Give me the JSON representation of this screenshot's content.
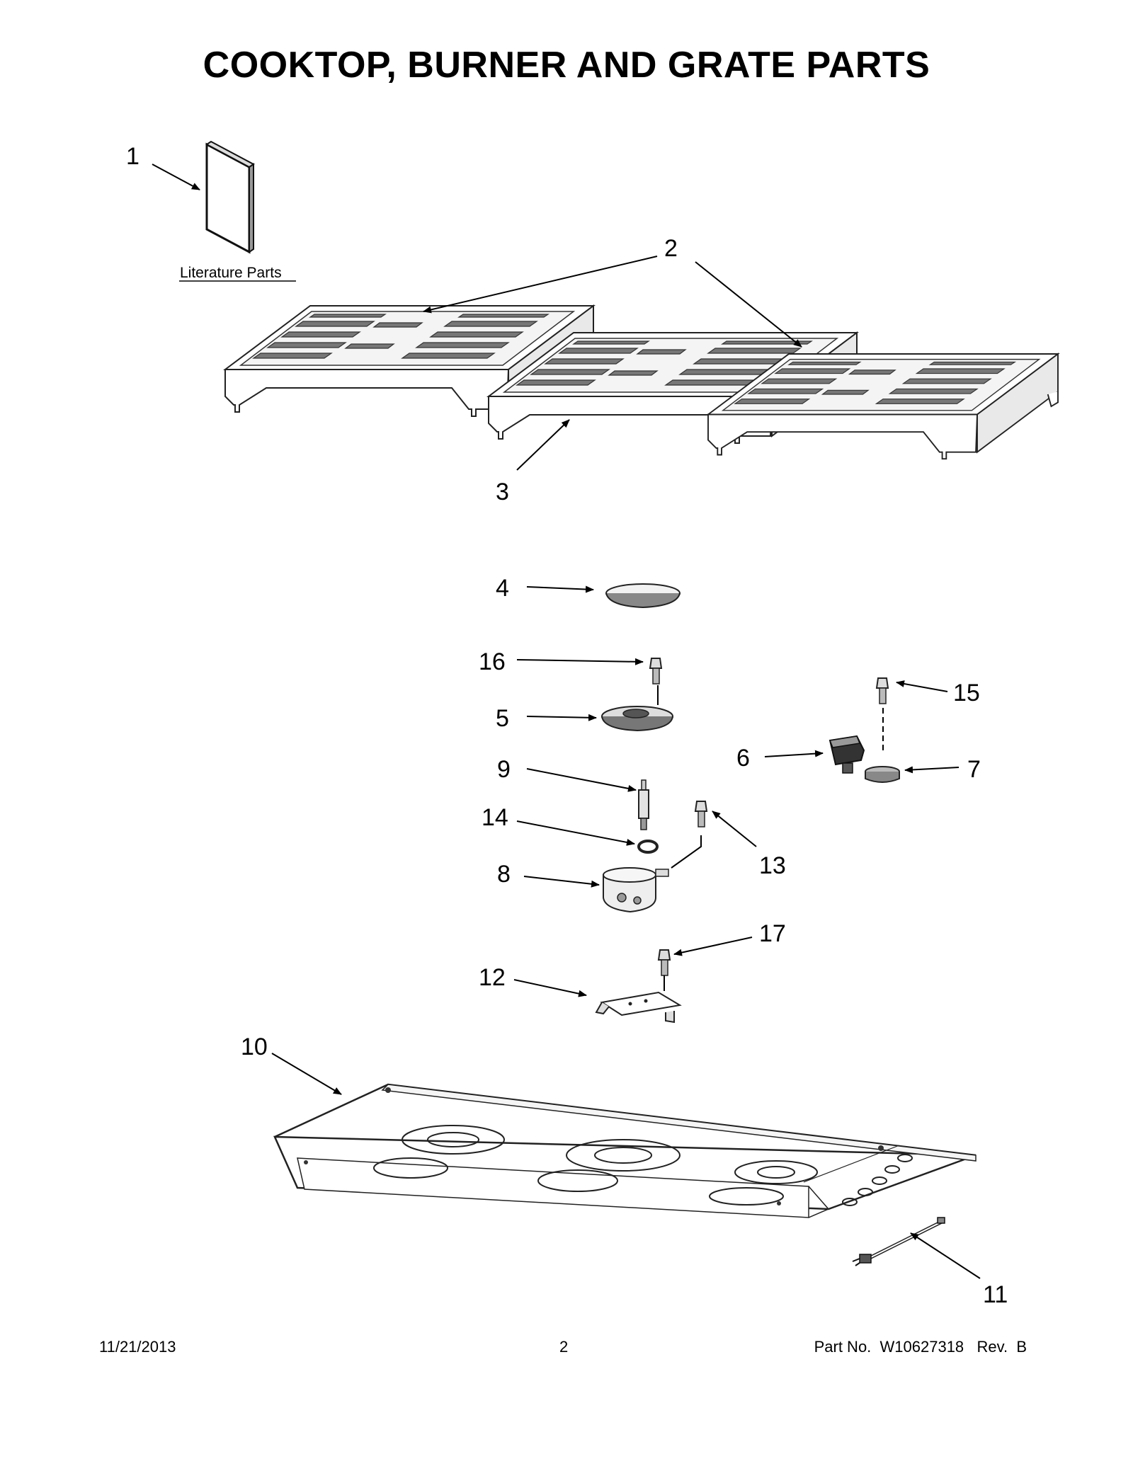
{
  "page": {
    "title": "COOKTOP, BURNER AND GRATE PARTS",
    "literature_label": "Literature Parts"
  },
  "callouts": {
    "c1": "1",
    "c2": "2",
    "c3": "3",
    "c4": "4",
    "c5": "5",
    "c6": "6",
    "c7": "7",
    "c8": "8",
    "c9": "9",
    "c10": "10",
    "c11": "11",
    "c12": "12",
    "c13": "13",
    "c14": "14",
    "c15": "15",
    "c16": "16",
    "c17": "17"
  },
  "footer": {
    "date": "11/21/2013",
    "page_number": "2",
    "part_number": "Part No.  W10627318   Rev.  B"
  }
}
